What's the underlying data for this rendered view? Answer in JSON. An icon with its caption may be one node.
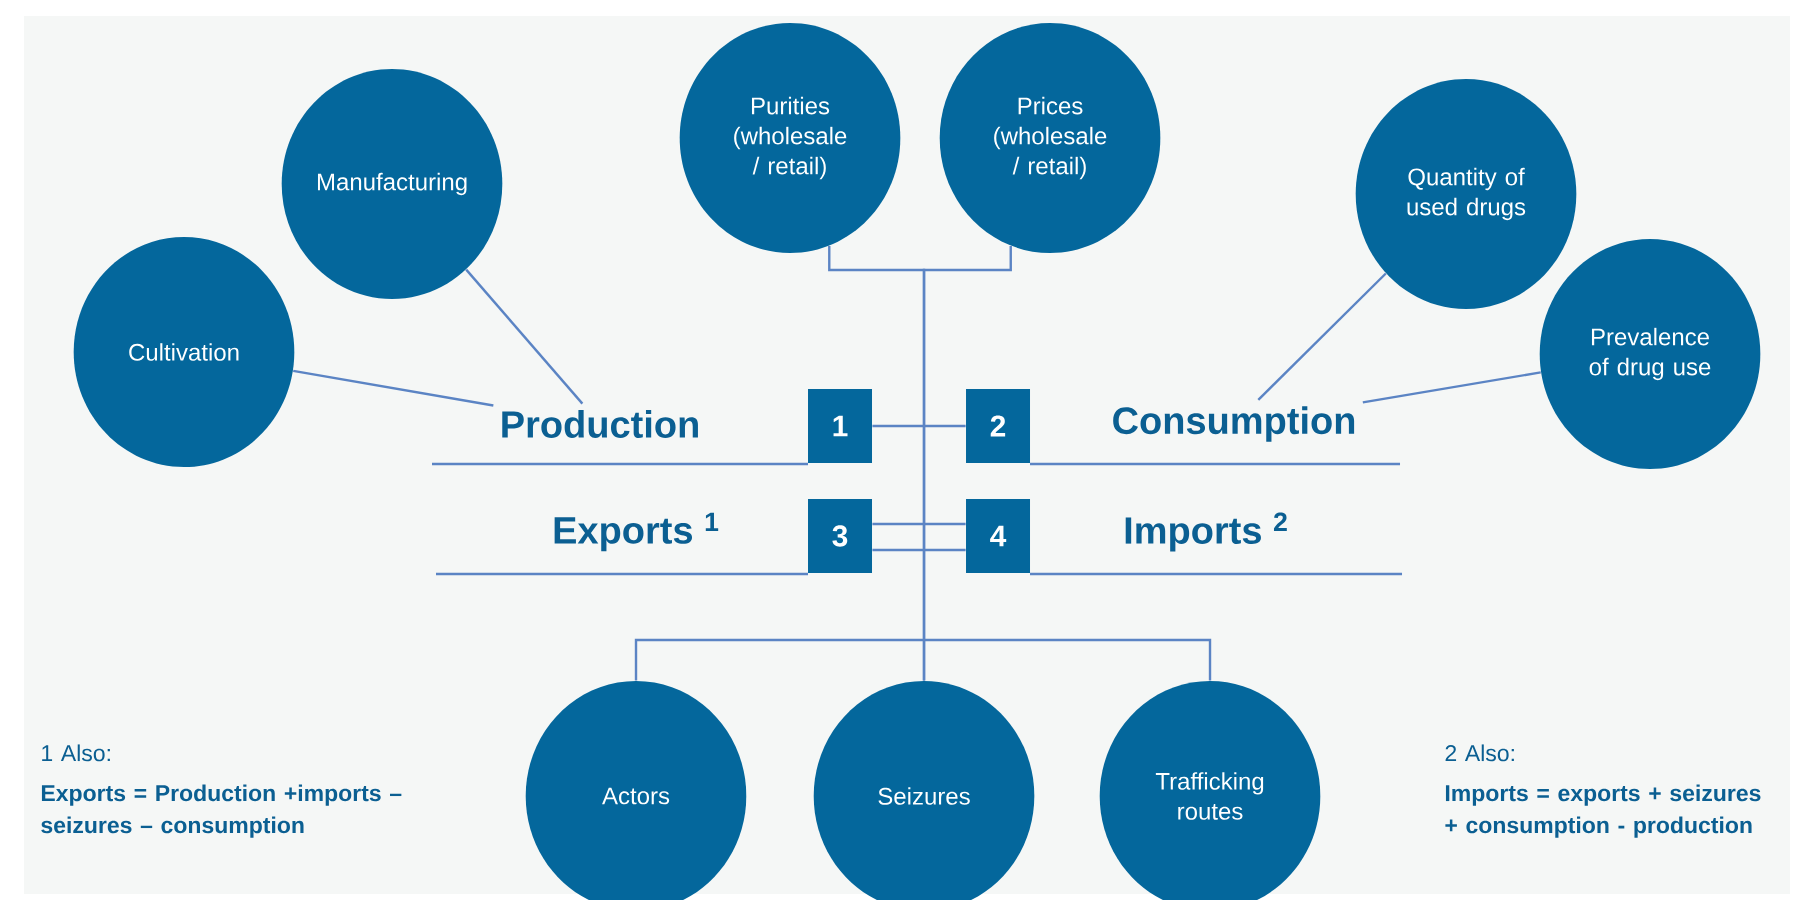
{
  "diagram": {
    "nodes": [
      {
        "text": [
          "Cultivation"
        ]
      },
      {
        "text": [
          "Manufacturing"
        ]
      },
      {
        "text": [
          "Purities (wholesale / retail)"
        ]
      },
      {
        "text": [
          "Prices (wholesale / retail)"
        ]
      },
      {
        "text": [
          "Quantity of used drugs"
        ]
      },
      {
        "text": [
          "Prevalence of drug use"
        ]
      },
      {
        "text": [
          "Production"
        ]
      },
      {
        "text": [
          "1"
        ]
      },
      {
        "text": [
          "2"
        ]
      },
      {
        "text": [
          "Consumption"
        ]
      },
      {
        "text": [
          "Exports $^{1}$"
        ]
      },
      {
        "text": [
          "3"
        ]
      },
      {
        "text": [
          "4"
        ]
      },
      {
        "text": [
          "Imports $^{2}$"
        ]
      },
      {
        "text": [
          "Actors"
        ]
      },
      {
        "text": [
          "Seizures"
        ]
      },
      {
        "text": [
          "Trafficking routes"
        ]
      }
    ],
    "edges": [
      {
        "from": 0,
        "to": 6,
        "arrow": "none"
      },
      {
        "from": 1,
        "to": 6,
        "arrow": "none"
      },
      {
        "from": 4,
        "to": 9,
        "arrow": "none"
      },
      {
        "from": 5,
        "to": 9,
        "arrow": "none"
      },
      {
        "from": 2,
        "to": 15,
        "arrow": "none"
      },
      {
        "from": 3,
        "to": 15,
        "arrow": "none"
      },
      {
        "from": 7,
        "to": 8,
        "arrow": "none"
      },
      {
        "from": 11,
        "to": 12,
        "arrow": "none"
      },
      {
        "from": 11,
        "to": 12,
        "arrow": "none"
      },
      {
        "from": 14,
        "to": 16,
        "arrow": "none"
      }
    ],
    "labels": [
      "1 Also:",
      "Exports = Production +imports – seizures – consumption",
      "2 Also:",
      "Imports = exports + seizures + consumption - production"
    ]
  }
}
